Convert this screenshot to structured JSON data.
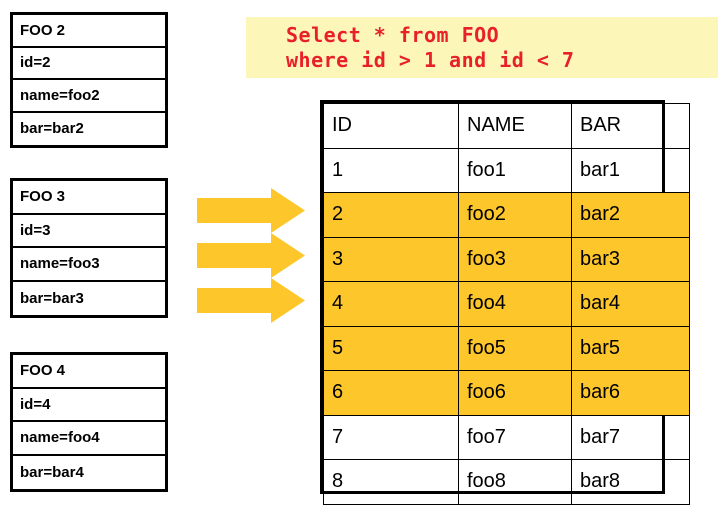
{
  "records": [
    {
      "title": "FOO 2",
      "fields": [
        "id=2",
        "name=foo2",
        "bar=bar2"
      ]
    },
    {
      "title": "FOO 3",
      "fields": [
        "id=3",
        "name=foo3",
        "bar=bar3"
      ]
    },
    {
      "title": "FOO 4",
      "fields": [
        "id=4",
        "name=foo4",
        "bar=bar4"
      ]
    }
  ],
  "arrows": [
    {
      "name": "flow-arrow-1"
    },
    {
      "name": "flow-arrow-2"
    },
    {
      "name": "flow-arrow-3"
    }
  ],
  "sql": {
    "line1": "Select * from FOO",
    "line2": "where id > 1 and id < 7",
    "text_color": "#e8202a",
    "background_color": "#fcf7b8"
  },
  "table": {
    "columns": [
      "ID",
      "NAME",
      "BAR"
    ],
    "highlight_color": "#fdc72b",
    "rows": [
      {
        "id": "1",
        "name": "foo1",
        "bar": "bar1",
        "highlighted": false
      },
      {
        "id": "2",
        "name": "foo2",
        "bar": "bar2",
        "highlighted": true
      },
      {
        "id": "3",
        "name": "foo3",
        "bar": "bar3",
        "highlighted": true
      },
      {
        "id": "4",
        "name": "foo4",
        "bar": "bar4",
        "highlighted": true
      },
      {
        "id": "5",
        "name": "foo5",
        "bar": "bar5",
        "highlighted": true
      },
      {
        "id": "6",
        "name": "foo6",
        "bar": "bar6",
        "highlighted": true
      },
      {
        "id": "7",
        "name": "foo7",
        "bar": "bar7",
        "highlighted": false
      },
      {
        "id": "8",
        "name": "foo8",
        "bar": "bar8",
        "highlighted": false
      }
    ]
  }
}
